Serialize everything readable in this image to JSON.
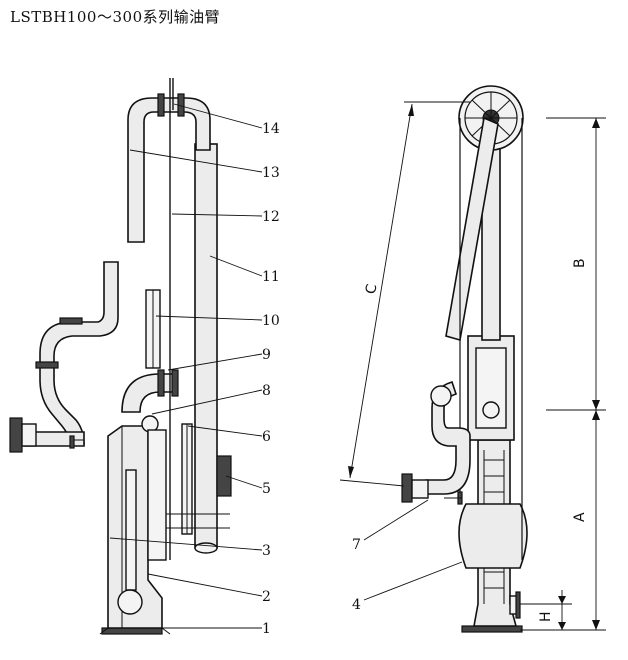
{
  "title": "LSTBH100～300系列输油臂",
  "part_labels": [
    "1",
    "2",
    "3",
    "4",
    "5",
    "6",
    "7",
    "8",
    "9",
    "10",
    "11",
    "12",
    "13",
    "14"
  ],
  "dimension_labels": {
    "a": "A",
    "b": "B",
    "c": "C",
    "h": "H"
  }
}
